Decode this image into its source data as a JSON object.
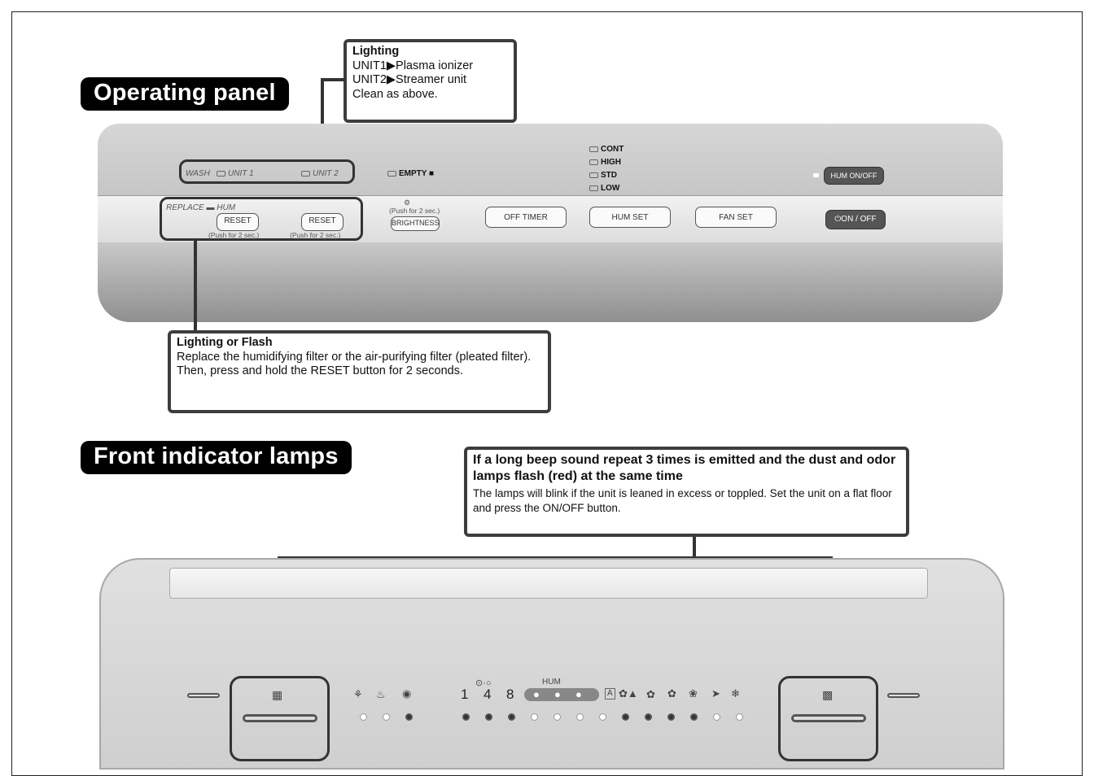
{
  "sections": {
    "operating": "Operating panel",
    "front": "Front indicator lamps"
  },
  "callout_lighting": {
    "title": "Lighting",
    "lines": [
      "UNIT1▶Plasma ionizer",
      "UNIT2▶Streamer unit",
      "Clean as above."
    ]
  },
  "callout_flash": {
    "title": "Lighting or Flash",
    "text": "Replace the humidifying filter or the air-purifying filter (pleated filter). Then, press and hold the RESET button for 2 seconds."
  },
  "callout_beep": {
    "title": "If a long beep sound repeat 3 times is emitted and the dust and odor lamps flash (red) at the same time",
    "text": "The lamps will blink if the unit is leaned in excess or toppled. Set the unit on a flat floor and press the ON/OFF button."
  },
  "panel": {
    "wash": "WASH",
    "unit1": "UNIT 1",
    "unit2": "UNIT 2",
    "empty": "EMPTY",
    "cont": "CONT",
    "high": "HIGH",
    "std": "STD",
    "low": "LOW",
    "replace": "REPLACE",
    "hum": "HUM",
    "reset": "RESET",
    "push": "(Push for 2 sec.)",
    "brightness": "BRIGHTNESS",
    "off_timer": "OFF TIMER",
    "hum_set": "HUM SET",
    "fan_set": "FAN SET",
    "hum_onoff": "HUM ON/OFF",
    "onoff": "⏻ON / OFF"
  },
  "front": {
    "timer_values": [
      "1",
      "4",
      "8"
    ],
    "hum_label": "HUM",
    "timer_icon": "⊙·○",
    "auto": "A"
  },
  "icons": [
    "key-icon",
    "droplet-icon",
    "fan-icon",
    "eye-icon",
    "sensor-icon",
    "timer-icon"
  ]
}
